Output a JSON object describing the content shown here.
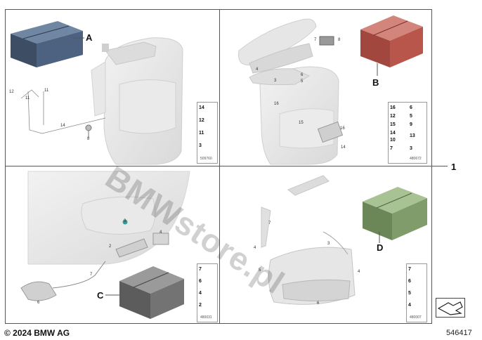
{
  "quadrant_labels": {
    "a": "A",
    "b": "B",
    "c": "C",
    "d": "D"
  },
  "assembly_number": "1",
  "copyright": "© 2024 BMW AG",
  "image_number": "546417",
  "watermark": "BMWstore.pl",
  "legends": {
    "top_left": {
      "caption": "509760",
      "items": [
        "14",
        "12",
        "11",
        "3"
      ]
    },
    "top_right": {
      "caption": "480672",
      "items": [
        "16",
        "6",
        "12",
        "5",
        "15",
        "9",
        "14",
        "10",
        "13",
        "7",
        "3"
      ]
    },
    "bottom_left": {
      "caption": "480031",
      "items": [
        "7",
        "6",
        "4",
        "2"
      ]
    },
    "bottom_right": {
      "caption": "480007",
      "items": [
        "7",
        "6",
        "5",
        "4"
      ]
    }
  },
  "callouts": {
    "top_left": [
      "12",
      "11",
      "11",
      "14",
      "8"
    ],
    "top_right": [
      "7",
      "8",
      "4",
      "3",
      "6",
      "5",
      "16",
      "15",
      "16",
      "14"
    ],
    "bottom_left": [
      "3",
      "4",
      "2",
      "7",
      "6"
    ],
    "bottom_right": [
      "7",
      "4",
      "3",
      "5",
      "4",
      "6"
    ]
  },
  "colors": {
    "box_a": "#465a74",
    "box_b": "#b95a50",
    "box_c": "#6f6f6f",
    "box_d": "#7d9b6a",
    "part": "#e3e3e3",
    "line": "#555555"
  }
}
